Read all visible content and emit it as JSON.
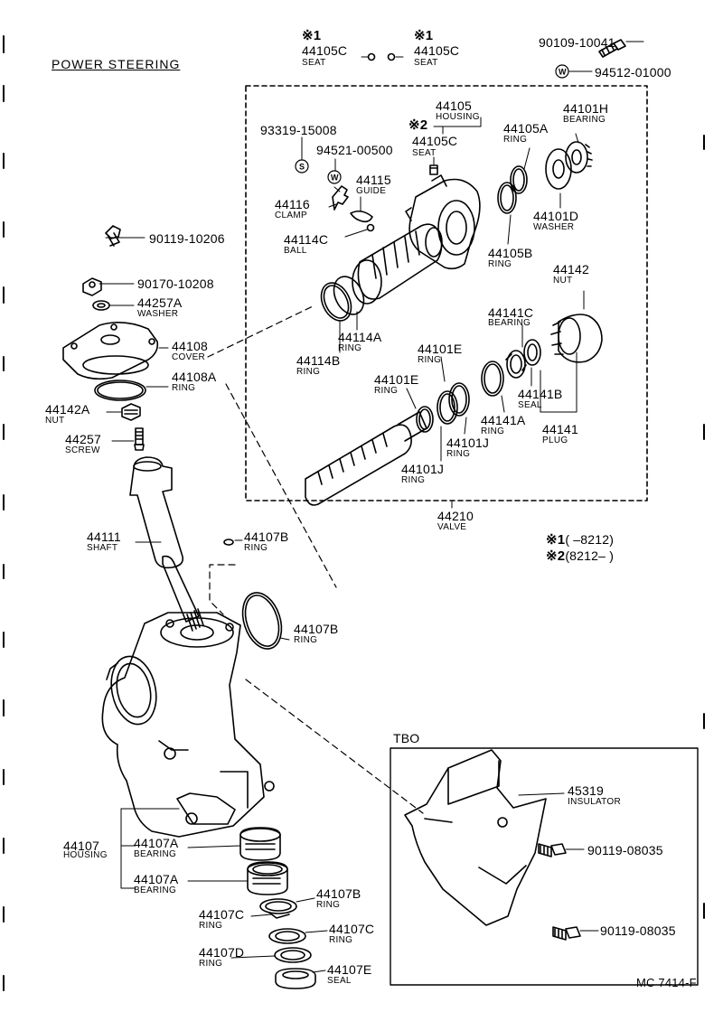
{
  "title": "POWER STEERING",
  "figure_code": "MC 7414-F",
  "inset_title": "TBO",
  "notes": [
    {
      "mark": "※1",
      "text": "(        –8212)"
    },
    {
      "mark": "※2",
      "text": "(8212–        )"
    }
  ],
  "parts": [
    {
      "id": "p1",
      "no": "44105C",
      "name": "SEAT",
      "mark": "※1"
    },
    {
      "id": "p2",
      "no": "44105C",
      "name": "SEAT",
      "mark": "※1"
    },
    {
      "id": "p3",
      "no": "90109-10041",
      "name": ""
    },
    {
      "id": "p4",
      "no": "94512-01000",
      "name": ""
    },
    {
      "id": "p5",
      "no": "44105",
      "name": "HOUSING"
    },
    {
      "id": "p6",
      "no": "44105C",
      "name": "SEAT",
      "mark": "※2"
    },
    {
      "id": "p7",
      "no": "93319-15008",
      "name": ""
    },
    {
      "id": "p8",
      "no": "94521-00500",
      "name": ""
    },
    {
      "id": "p9",
      "no": "44115",
      "name": "GUIDE"
    },
    {
      "id": "p10",
      "no": "44116",
      "name": "CLAMP"
    },
    {
      "id": "p11",
      "no": "44114C",
      "name": "BALL"
    },
    {
      "id": "p12",
      "no": "44105A",
      "name": "RING"
    },
    {
      "id": "p13",
      "no": "44101H",
      "name": "BEARING"
    },
    {
      "id": "p14",
      "no": "44101D",
      "name": "WASHER"
    },
    {
      "id": "p15",
      "no": "44105B",
      "name": "RING"
    },
    {
      "id": "p16",
      "no": "44142",
      "name": "NUT"
    },
    {
      "id": "p17",
      "no": "44141C",
      "name": "BEARING"
    },
    {
      "id": "p18",
      "no": "44114A",
      "name": "RING"
    },
    {
      "id": "p19",
      "no": "44114B",
      "name": "RING"
    },
    {
      "id": "p20",
      "no": "44101E",
      "name": "RING"
    },
    {
      "id": "p21",
      "no": "44101E",
      "name": "RING"
    },
    {
      "id": "p22",
      "no": "44141B",
      "name": "SEAL"
    },
    {
      "id": "p23",
      "no": "44141A",
      "name": "RING"
    },
    {
      "id": "p24",
      "no": "44141",
      "name": "PLUG"
    },
    {
      "id": "p25",
      "no": "44101J",
      "name": "RING"
    },
    {
      "id": "p26",
      "no": "44101J",
      "name": "RING"
    },
    {
      "id": "p27",
      "no": "44210",
      "name": "VALVE"
    },
    {
      "id": "p28",
      "no": "90119-10206",
      "name": ""
    },
    {
      "id": "p29",
      "no": "90170-10208",
      "name": ""
    },
    {
      "id": "p30",
      "no": "44257A",
      "name": "WASHER"
    },
    {
      "id": "p31",
      "no": "44108",
      "name": "COVER"
    },
    {
      "id": "p32",
      "no": "44108A",
      "name": "RING"
    },
    {
      "id": "p33",
      "no": "44142A",
      "name": "NUT"
    },
    {
      "id": "p34",
      "no": "44257",
      "name": "SCREW"
    },
    {
      "id": "p35",
      "no": "44111",
      "name": "SHAFT"
    },
    {
      "id": "p36",
      "no": "44107B",
      "name": "RING"
    },
    {
      "id": "p37",
      "no": "44107B",
      "name": "RING"
    },
    {
      "id": "p38",
      "no": "44107",
      "name": "HOUSING"
    },
    {
      "id": "p39",
      "no": "44107A",
      "name": "BEARING"
    },
    {
      "id": "p40",
      "no": "44107A",
      "name": "BEARING"
    },
    {
      "id": "p41",
      "no": "44107B",
      "name": "RING"
    },
    {
      "id": "p42",
      "no": "44107C",
      "name": "RING"
    },
    {
      "id": "p43",
      "no": "44107C",
      "name": "RING"
    },
    {
      "id": "p44",
      "no": "44107D",
      "name": "RING"
    },
    {
      "id": "p45",
      "no": "44107E",
      "name": "SEAL"
    },
    {
      "id": "p46",
      "no": "45319",
      "name": "INSULATOR"
    },
    {
      "id": "p47",
      "no": "90119-08035",
      "name": ""
    },
    {
      "id": "p48",
      "no": "90119-08035",
      "name": ""
    }
  ]
}
